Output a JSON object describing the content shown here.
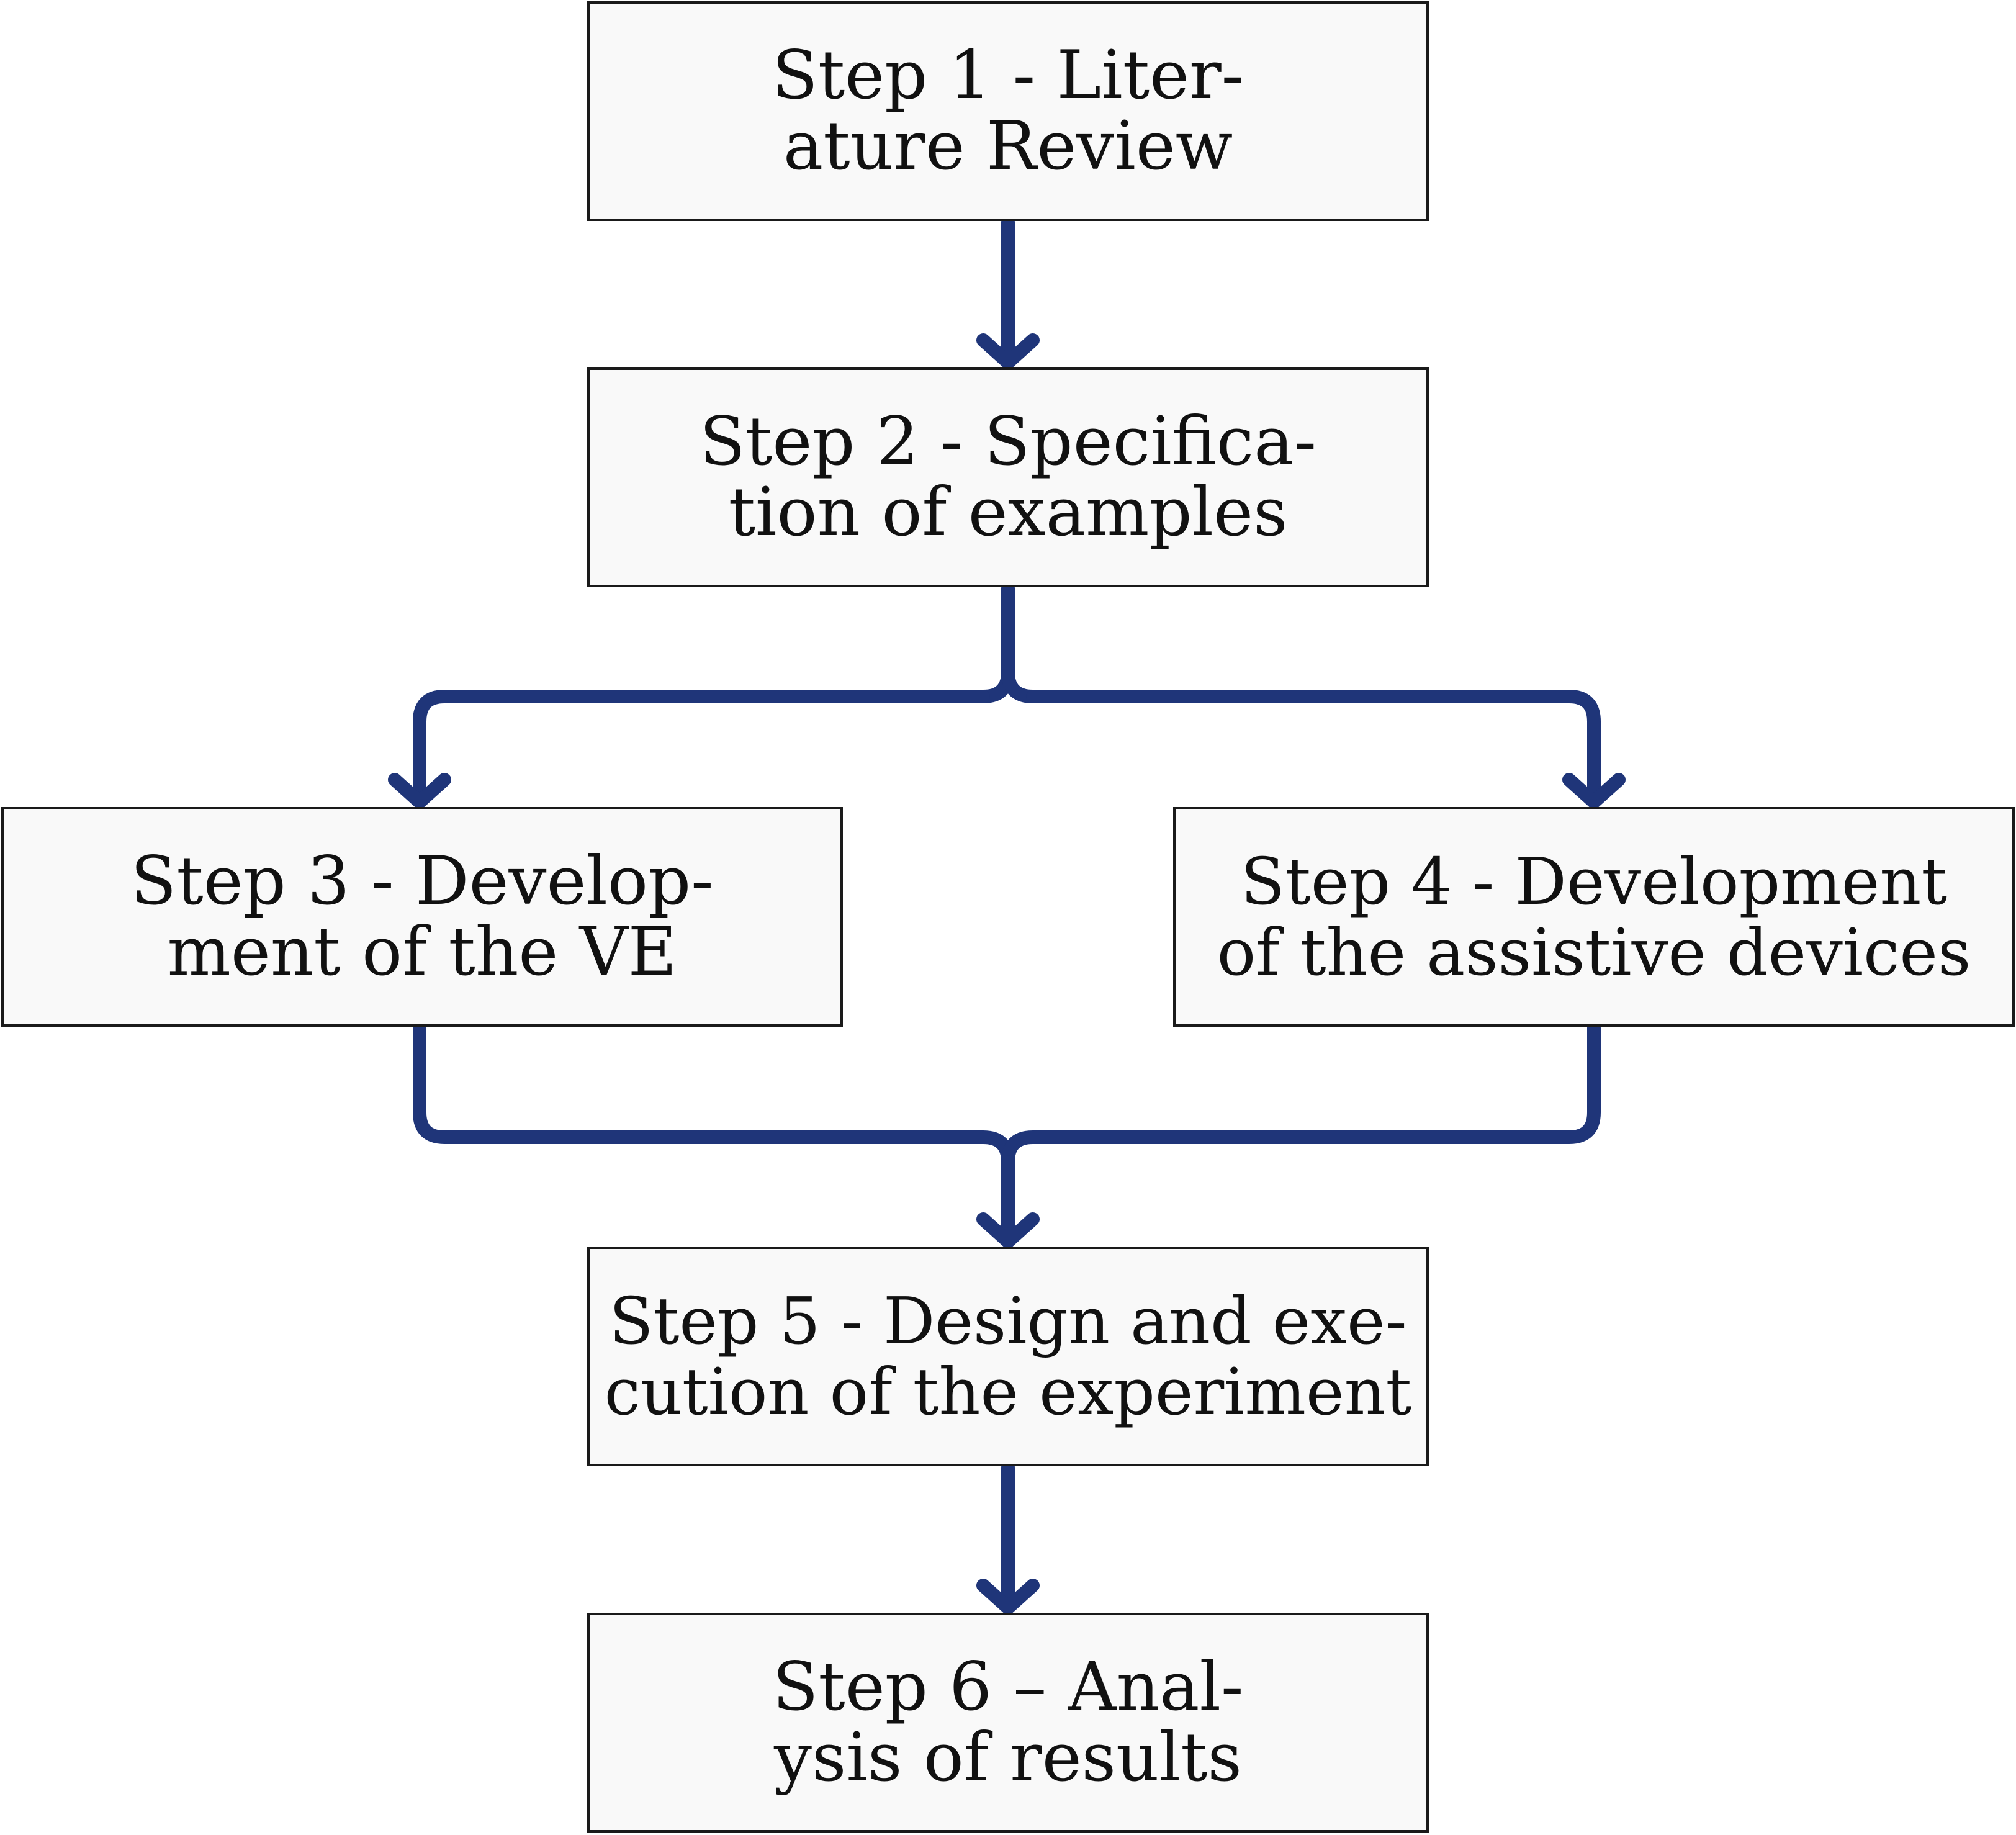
{
  "diagram": {
    "edge_color": "#1f3579",
    "box_fill": "#f9f9f9",
    "box_border": "#1a1a1a",
    "steps": [
      {
        "id": "step1",
        "lines": [
          "Step 1 - Liter-",
          "ature Review"
        ]
      },
      {
        "id": "step2",
        "lines": [
          "Step 2 - Specifica-",
          "tion of examples"
        ]
      },
      {
        "id": "step3",
        "lines": [
          "Step 3 - Develop-",
          "ment of the VE"
        ]
      },
      {
        "id": "step4",
        "lines": [
          "Step 4 - Development",
          "of the assistive devices"
        ]
      },
      {
        "id": "step5",
        "lines": [
          "Step 5 - Design and exe-",
          "cution of the experiment"
        ]
      },
      {
        "id": "step6",
        "lines": [
          "Step 6 – Anal-",
          "ysis of results"
        ]
      }
    ],
    "edges": [
      {
        "from": "step1",
        "to": "step2"
      },
      {
        "from": "step2",
        "to": "step3"
      },
      {
        "from": "step2",
        "to": "step4"
      },
      {
        "from": "step3",
        "to": "step5"
      },
      {
        "from": "step4",
        "to": "step5"
      },
      {
        "from": "step5",
        "to": "step6"
      }
    ]
  }
}
